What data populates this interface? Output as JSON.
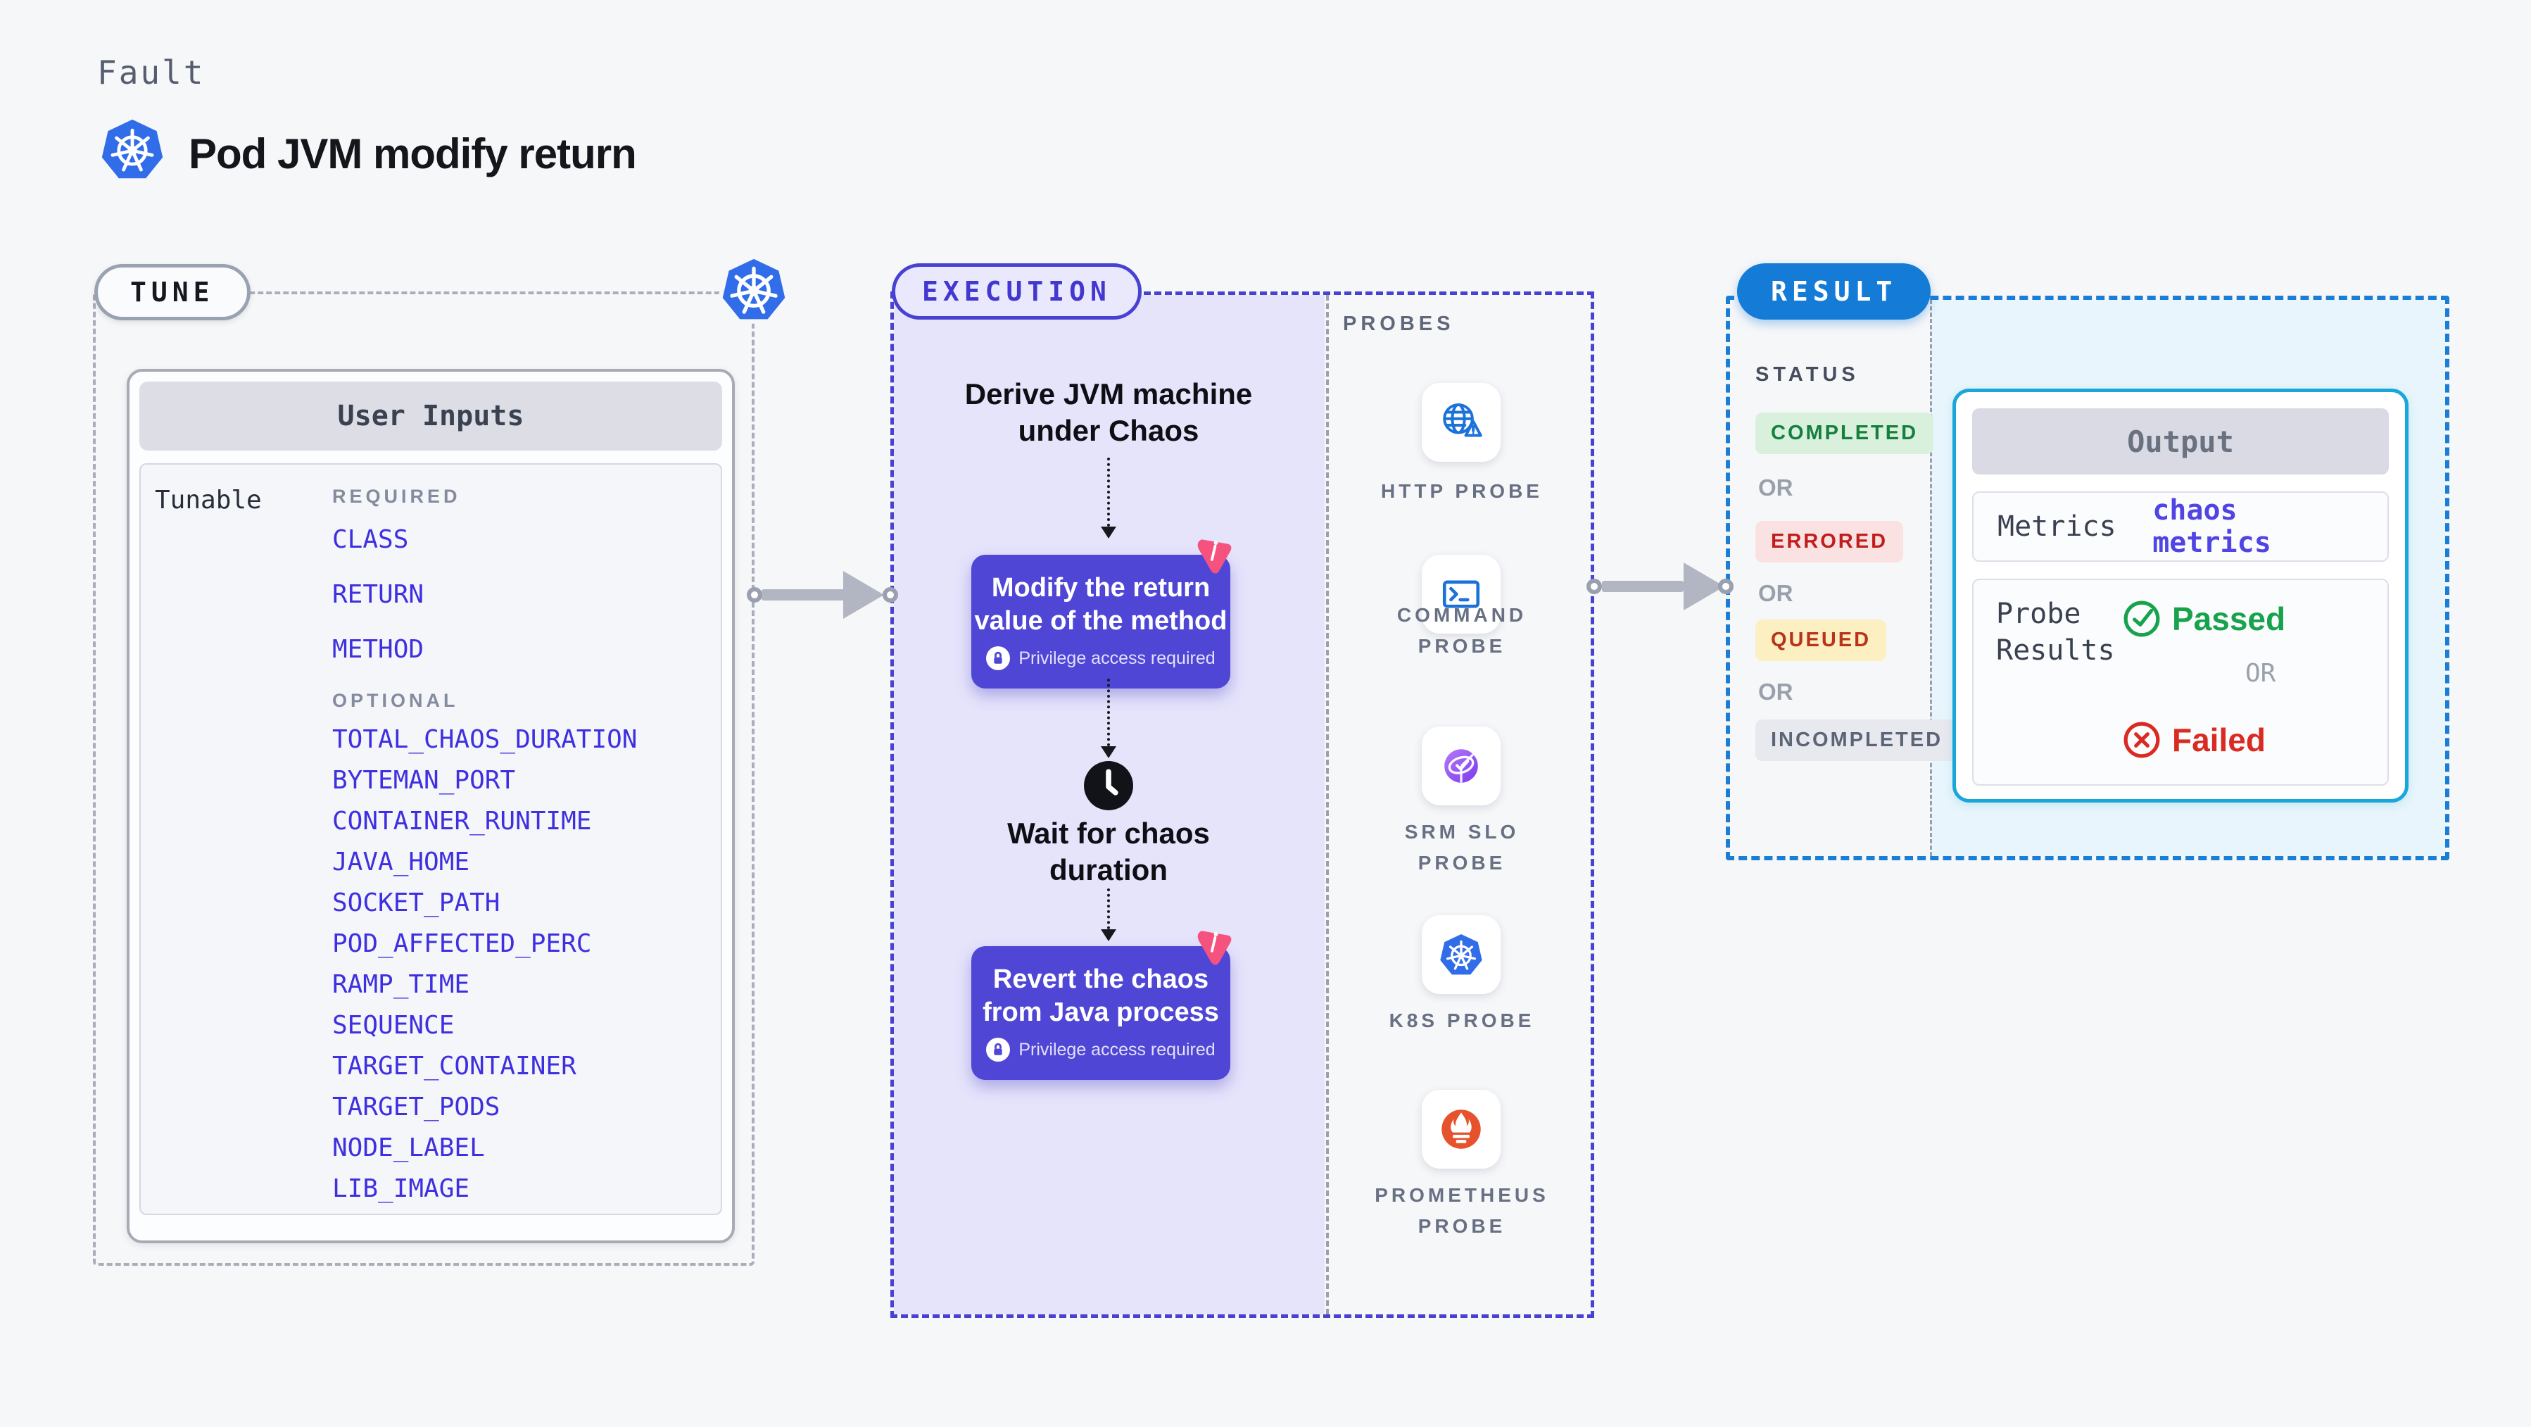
{
  "header": {
    "eyebrow": "Fault",
    "title": "Pod JVM modify return"
  },
  "tune": {
    "badge": "TUNE",
    "card_title": "User Inputs",
    "row_label": "Tunable",
    "required_label": "REQUIRED",
    "required_items": [
      "CLASS",
      "RETURN",
      "METHOD"
    ],
    "optional_label": "OPTIONAL",
    "optional_items": [
      "TOTAL_CHAOS_DURATION",
      "BYTEMAN_PORT",
      "CONTAINER_RUNTIME",
      "JAVA_HOME",
      "SOCKET_PATH",
      "POD_AFFECTED_PERC",
      "RAMP_TIME",
      "SEQUENCE",
      "TARGET_CONTAINER",
      "TARGET_PODS",
      "NODE_LABEL",
      "LIB_IMAGE"
    ]
  },
  "execution": {
    "badge": "EXECUTION",
    "derive": {
      "line1": "Derive JVM machine",
      "line2": "under Chaos"
    },
    "modify": {
      "line1": "Modify the return",
      "line2": "value of the method",
      "note": "Privilege access required"
    },
    "wait": {
      "line1": "Wait for chaos",
      "line2": "duration"
    },
    "revert": {
      "line1": "Revert the chaos",
      "line2": "from Java process",
      "note": "Privilege access required"
    }
  },
  "probes": {
    "label": "PROBES",
    "items": [
      {
        "line1": "HTTP PROBE",
        "line2": ""
      },
      {
        "line1": "COMMAND",
        "line2": "PROBE"
      },
      {
        "line1": "SRM SLO",
        "line2": "PROBE"
      },
      {
        "line1": "K8S PROBE",
        "line2": ""
      },
      {
        "line1": "PROMETHEUS",
        "line2": "PROBE"
      }
    ]
  },
  "result": {
    "badge": "RESULT",
    "status_label": "STATUS",
    "or_label": "OR",
    "statuses": [
      {
        "label": "COMPLETED",
        "style": "background:#d9f0dd;color:#15803d"
      },
      {
        "label": "ERRORED",
        "style": "background:#fbe2e2;color:#c01d1d"
      },
      {
        "label": "QUEUED",
        "style": "background:#fcf0c3;color:#b9331b"
      },
      {
        "label": "INCOMPLETED",
        "style": "background:#e7e9ef;color:#5c6575"
      }
    ],
    "output": {
      "title": "Output",
      "metrics_label": "Metrics",
      "metrics_value": "chaos metrics",
      "probe_results_line1": "Probe",
      "probe_results_line2": "Results",
      "passed": "Passed",
      "or": "OR",
      "failed": "Failed"
    }
  },
  "colors": {
    "accent_indigo": "#4f46d6",
    "result_blue": "#147bd6",
    "probe_blue": "#1b72d8",
    "k8s_blue": "#326de9",
    "prometheus_orange": "#e6522c",
    "chaos_pink": "#f6527f",
    "passed_green": "#17a34b",
    "failed_red": "#d92b21"
  }
}
